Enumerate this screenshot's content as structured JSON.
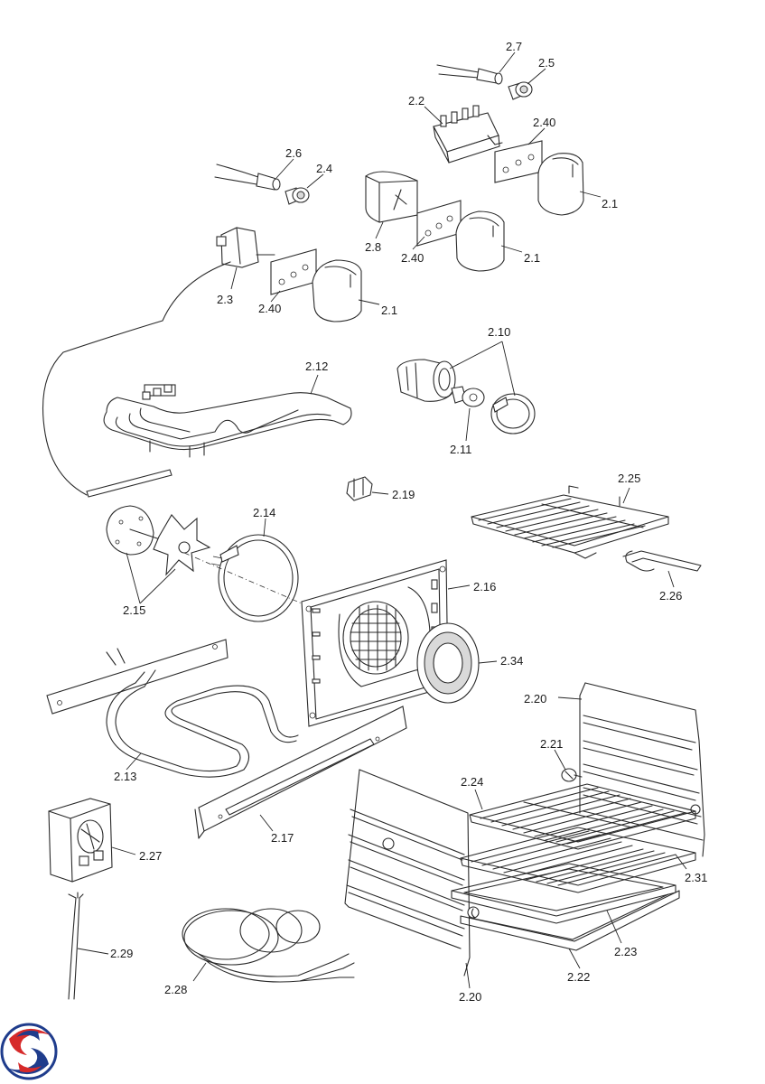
{
  "diagram": {
    "labels": [
      {
        "id": "l_2_7",
        "text": "2.7"
      },
      {
        "id": "l_2_5",
        "text": "2.5"
      },
      {
        "id": "l_2_2",
        "text": "2.2"
      },
      {
        "id": "l_2_40_a",
        "text": "2.40"
      },
      {
        "id": "l_2_6",
        "text": "2.6"
      },
      {
        "id": "l_2_4",
        "text": "2.4"
      },
      {
        "id": "l_2_1_a",
        "text": "2.1"
      },
      {
        "id": "l_2_8",
        "text": "2.8"
      },
      {
        "id": "l_2_40_b",
        "text": "2.40"
      },
      {
        "id": "l_2_1_b",
        "text": "2.1"
      },
      {
        "id": "l_2_3",
        "text": "2.3"
      },
      {
        "id": "l_2_40_c",
        "text": "2.40"
      },
      {
        "id": "l_2_1_c",
        "text": "2.1"
      },
      {
        "id": "l_2_10",
        "text": "2.10"
      },
      {
        "id": "l_2_12",
        "text": "2.12"
      },
      {
        "id": "l_2_11",
        "text": "2.11"
      },
      {
        "id": "l_2_19",
        "text": "2.19"
      },
      {
        "id": "l_2_25",
        "text": "2.25"
      },
      {
        "id": "l_2_14",
        "text": "2.14"
      },
      {
        "id": "l_2_16",
        "text": "2.16"
      },
      {
        "id": "l_2_15",
        "text": "2.15"
      },
      {
        "id": "l_2_26",
        "text": "2.26"
      },
      {
        "id": "l_2_34",
        "text": "2.34"
      },
      {
        "id": "l_2_20_a",
        "text": "2.20"
      },
      {
        "id": "l_2_21",
        "text": "2.21"
      },
      {
        "id": "l_2_13",
        "text": "2.13"
      },
      {
        "id": "l_2_24",
        "text": "2.24"
      },
      {
        "id": "l_2_17",
        "text": "2.17"
      },
      {
        "id": "l_2_27",
        "text": "2.27"
      },
      {
        "id": "l_2_31",
        "text": "2.31"
      },
      {
        "id": "l_2_23",
        "text": "2.23"
      },
      {
        "id": "l_2_29",
        "text": "2.29"
      },
      {
        "id": "l_2_22",
        "text": "2.22"
      },
      {
        "id": "l_2_28",
        "text": "2.28"
      },
      {
        "id": "l_2_20_b",
        "text": "2.20"
      }
    ]
  },
  "logo": {
    "colors": {
      "red": "#d62a2a",
      "blue": "#1f3c8c"
    }
  }
}
